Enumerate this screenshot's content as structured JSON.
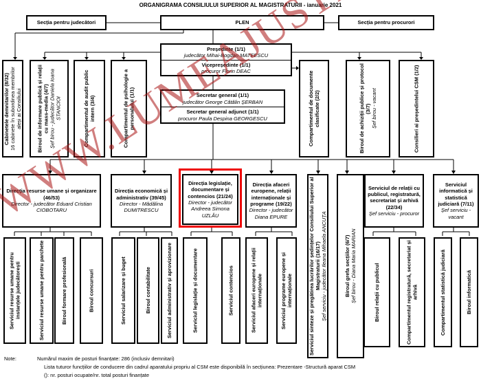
{
  "title": "ORGANIGRAMA CONSILIULUI SUPERIOR AL MAGISTRATURII - ianuarie 2021",
  "top": {
    "sectia_judecatori": "Secția pentru judecători",
    "plen": "PLEN",
    "sectia_procurori": "Secția pentru procurori"
  },
  "leadership": {
    "presedinte_title": "Președinte (1/1)",
    "presedinte_name": "judecător Mihai-Bogdan MATEESCU",
    "vicepresedinte_title": "Vicepreședinte (1/1)",
    "vicepresedinte_name": "procuror Florin DEAC",
    "secretar_title": "Secretar general (1/1)",
    "secretar_name": "judecător George Cătălin ȘERBAN",
    "secretar_adj_title": "Secretar general adjunct (1/1)",
    "secretar_adj_name": "procuror Paula Despina GEORGESCU"
  },
  "upper_units": [
    {
      "title": "Cabinetele demnitarilor  (8/32)",
      "sub": "16 cabinete în subordinea membrilor aleși ai Consiliului"
    },
    {
      "title": "Biroul de informare publică și relații cu mass-media (4/7)",
      "sub": "Șef birou - judecător Daniela Ioana STANCIOI"
    },
    {
      "title": "Compartimentul de audit public intern (3/4)",
      "sub": ""
    },
    {
      "title": "Compartimentul de psihologie a personalului (1/1)",
      "sub": ""
    },
    {
      "title": "Compartimentul de documente clasificate  (2/2)",
      "sub": ""
    },
    {
      "title": "Biroul de achiziții publice și protocol (3/7)",
      "sub": "Șef birou - vacant"
    },
    {
      "title": "Consilieri ai președintelui CSM (1/2)",
      "sub": ""
    }
  ],
  "directions": [
    {
      "title": "Direcția resurse umane și organizare (46/53)",
      "sub": "Director - judecător Eduard Cristian CIOBOTARU"
    },
    {
      "title": "Direcția economică și administrativ (39/45)",
      "sub": "Director - Mădălina DUMITRESCU"
    },
    {
      "title": "Direcția legislație, documentare și contencios  (21/24)",
      "sub": "Director - judecător Andreea Simona UZLĂU"
    },
    {
      "title": "Direcția afaceri europene, relații internaționale și programe (19/22)",
      "sub": "Director - judecător Diana EPURE"
    },
    {
      "title": "Serviciul  sinteze și pregătirea lucrărilor ședințelor Consiliului Superior al Magistraturii (16/17)",
      "sub": "Șef serviciu - judecător Ileana Mihaela ANCUȚA"
    },
    {
      "title": "Biroul grefa secțiilor (6/7)",
      "sub": "Șef birou - Diana Maria MARIAN"
    },
    {
      "title": "Serviciul de relații cu publicul, registratură, secretariat și arhivă (22/34)",
      "sub": "Șef serviciu - procuror"
    },
    {
      "title": "Serviciul informatică și statistică judiciară (7/11)",
      "sub": "Șef serviciu - vacant"
    }
  ],
  "sub_units": [
    "Serviciul resurse umane pentru instanțele judecătorești",
    "Serviciul resurse umane pentru parchete",
    "Biroul formare profesională",
    "Biroul concursuri",
    "Serviciul salarizare și buget",
    "Biroul contabilitate",
    "Serviciul administrativ și aprovizionare",
    "Serviciul legislație și documentare",
    "Serviciul contencios",
    "Serviciul afaceri europene și relații internaționale",
    "Serviciul programe  europene și internaționale",
    "Biroul relații cu publicul",
    "Compartimentul registratură, secretariat și arhivă",
    "Compartimentul statistică judiciară",
    "Biroul informatică"
  ],
  "notes": {
    "label": "Note:",
    "lines": [
      "Numărul maxim de posturi finanțate: 286 (inclusiv demnitari)",
      "Lista tuturor funcțiilor de conducere din cadrul aparatului propriu al CSM este disponibilă în secțiunea: Prezentare -Structură aparat CSM",
      "(): nr. posturi ocupate/nr. total posturi finanțate"
    ]
  },
  "watermark": "WWW.LUMEAJUSTITIEI.RO",
  "colors": {
    "highlight": "#ee0000",
    "watermark": "#aa1414"
  }
}
